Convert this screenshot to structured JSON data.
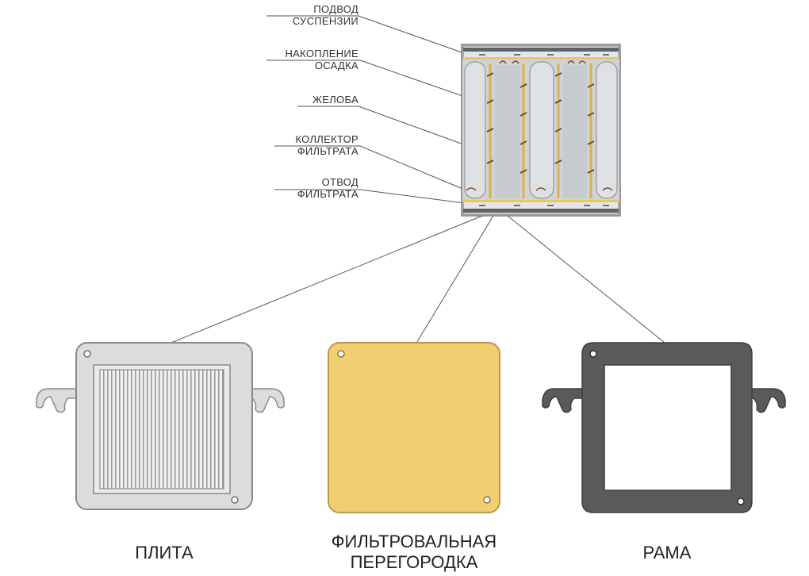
{
  "callouts": [
    {
      "line1": "ПОДВОД",
      "line2": "СУСПЕНЗИИ"
    },
    {
      "line1": "НАКОПЛЕНИЕ",
      "line2": "ОСАДКА"
    },
    {
      "line1": "ЖЕЛОБА",
      "line2": ""
    },
    {
      "line1": "КОЛЛЕКТОР",
      "line2": "ФИЛЬТРАТА"
    },
    {
      "line1": "ОТВОД",
      "line2": "ФИЛЬТРАТА"
    }
  ],
  "parts": {
    "plate": "ПЛИТА",
    "filter_line1": "ФИЛЬТРОВАЛЬНАЯ",
    "filter_line2": "ПЕРЕГОРОДКА",
    "frame": "РАМА"
  },
  "colors": {
    "plate": "#dcdcdc",
    "plate_stroke": "#8a8a8a",
    "filter": "#f3cd72",
    "filter_stroke": "#b89a50",
    "frame": "#5a5a5a",
    "frame_stroke": "#3e3e3e",
    "leader": "#555555",
    "hatch": "#7a4a2a"
  }
}
